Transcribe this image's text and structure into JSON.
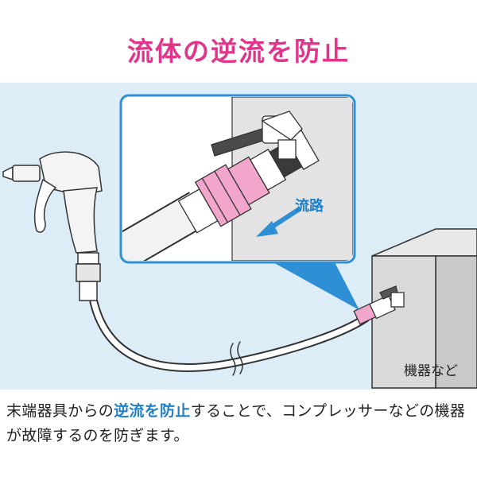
{
  "title": "流体の逆流を防止",
  "inset": {
    "flow_label": "流路"
  },
  "device_label": "機器など",
  "description": {
    "part1": "末端器具からの",
    "highlight1": "逆流",
    "part2": "を",
    "highlight2": "防止",
    "part3": "することで、コンプレッサーなどの機器が故障するのを防ぎます。"
  },
  "colors": {
    "title": "#e2348b",
    "highlight": "#1f7fc4",
    "background_panel": "#dcedf7",
    "coupling_pink": "#f3a6cb",
    "arrow_blue": "#2f8fd5"
  }
}
